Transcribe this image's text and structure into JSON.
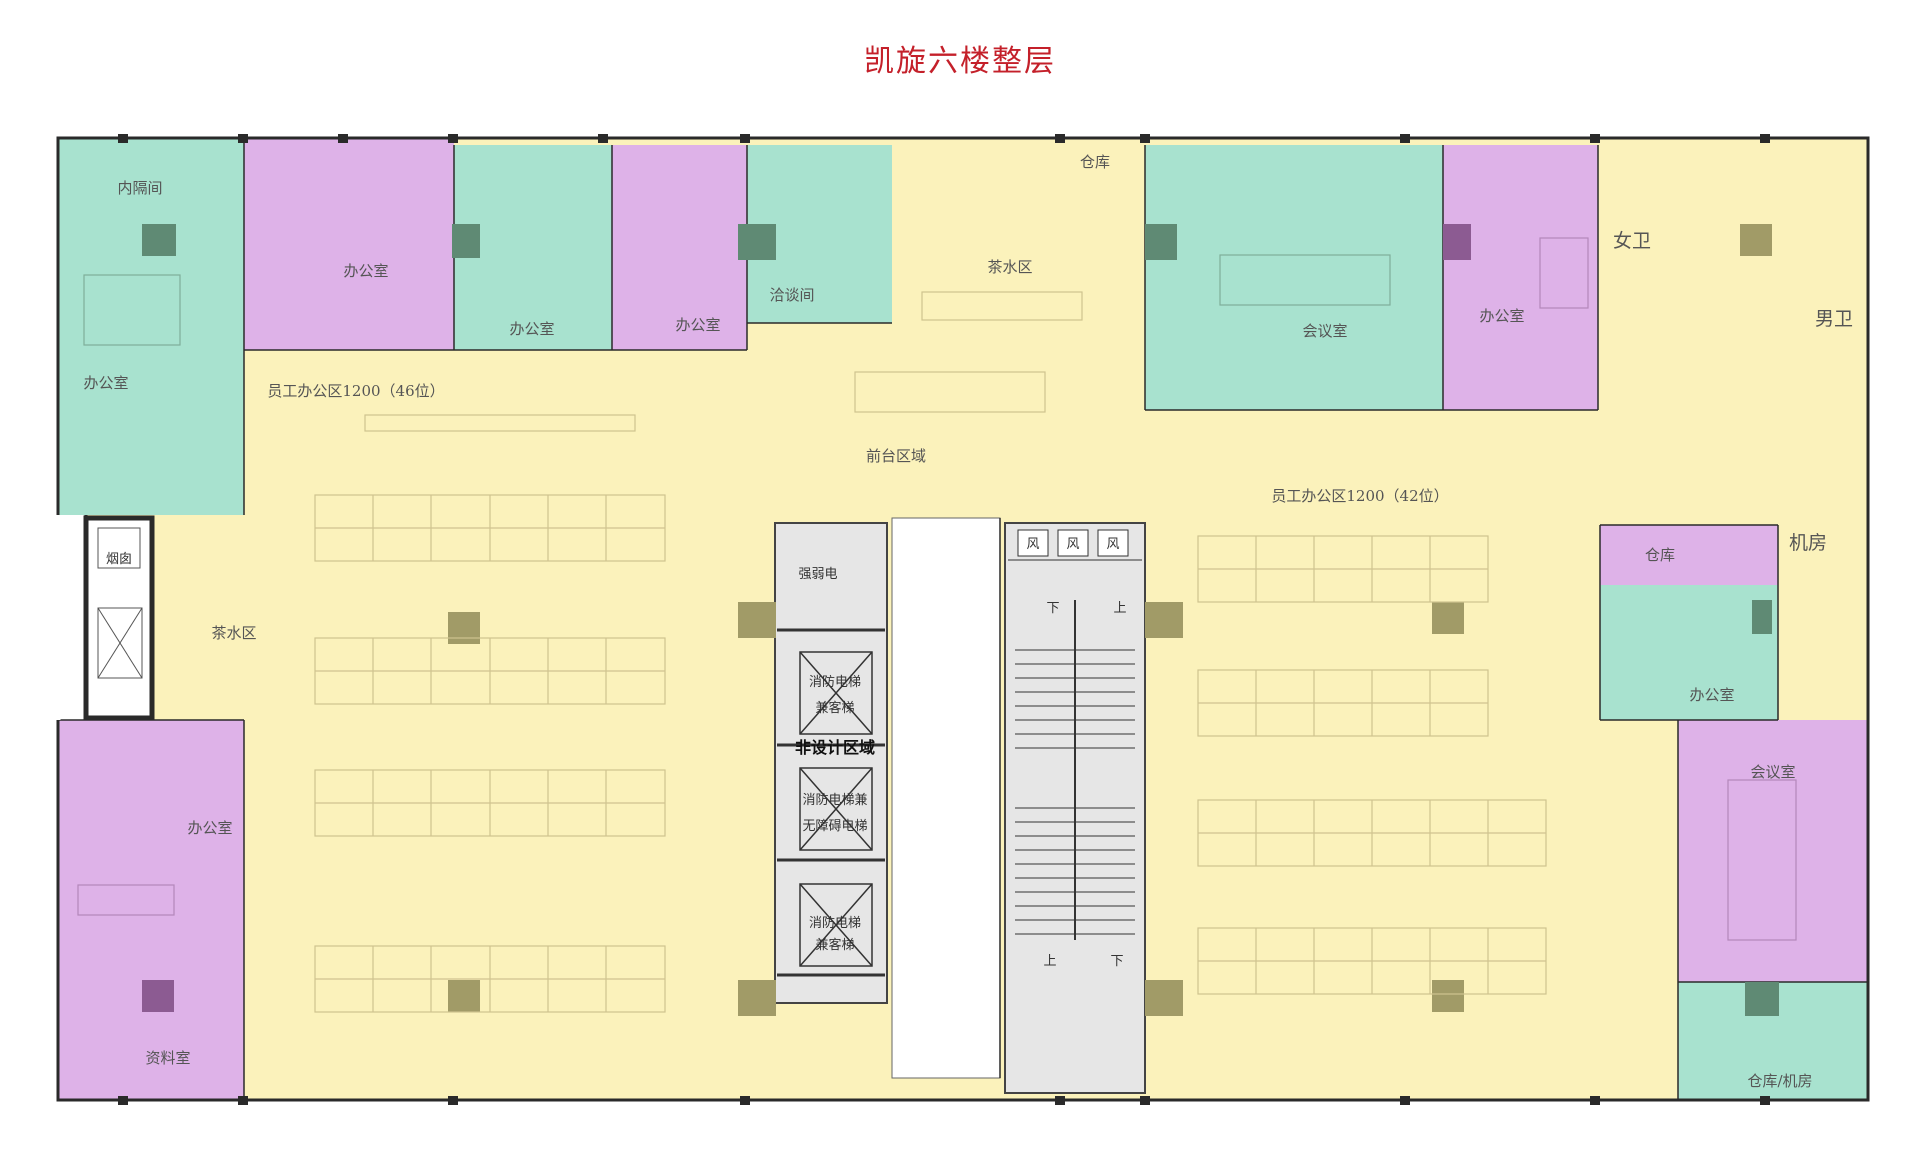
{
  "title": "凯旋六楼整层",
  "colors": {
    "office_green": "#a8e2cf",
    "office_purple": "#deb2e8",
    "public_yellow": "#fbf2bb",
    "core_grey": "#e6e6e6",
    "column": "#a19b67",
    "wall": "#2a2a2a",
    "title_red": "#c4202a"
  },
  "rooms": {
    "inner_room": "内隔间",
    "office_nw": "办公室",
    "office_p1": "办公室",
    "office_g2": "办公室",
    "office_p3": "办公室",
    "negotiation": "洽谈间",
    "storage_n": "仓库",
    "tea_n": "茶水区",
    "meeting_n": "会议室",
    "office_ne": "办公室",
    "women_wc": "女卫",
    "men_wc": "男卫",
    "reception": "前台区域",
    "staff_west": "员工办公区1200（46位）",
    "staff_east": "员工办公区1200（42位）",
    "smoke": "烟囱",
    "tea_w": "茶水区",
    "weak_elec": "强弱电",
    "elevator1": [
      "消防电梯",
      "兼客梯"
    ],
    "non_design": "非设计区域",
    "elevator2": [
      "消防电梯兼",
      "无障碍电梯"
    ],
    "elevator3": [
      "消防电梯",
      "兼客梯"
    ],
    "fan": "风",
    "stair_down": "下",
    "stair_up": "上",
    "storage_e": "仓库",
    "machine_room": "机房",
    "office_e": "办公室",
    "office_sw": "办公室",
    "archive": "资料室",
    "meeting_se": "会议室",
    "storage_machine": "仓库/机房"
  }
}
